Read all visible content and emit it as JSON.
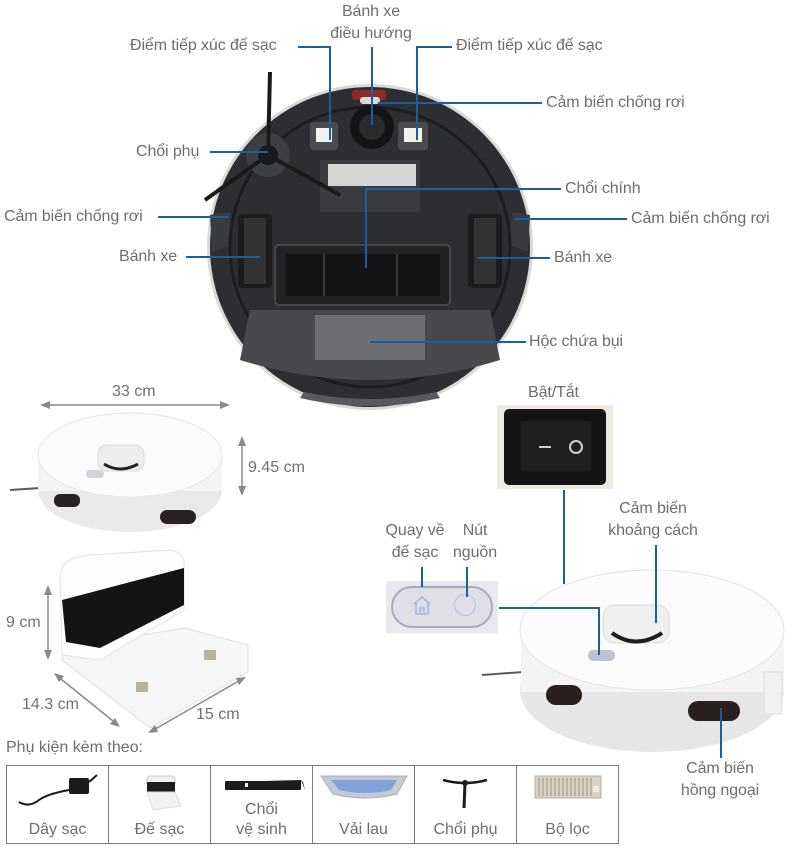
{
  "bottom_view": {
    "labels": {
      "nav_wheel": [
        "Bánh xe",
        "điều hướng"
      ],
      "charge_contact_left": "Điểm tiếp xúc đế sạc",
      "charge_contact_right": "Điểm tiếp xúc đế sạc",
      "cliff_sensor_top": "Cảm biến chống rơi",
      "side_brush": "Chổi phụ",
      "main_brush": "Chổi chính",
      "cliff_sensor_left": "Cảm biến chống rơi",
      "cliff_sensor_right": "Cảm biến chống rơi",
      "wheel_left": "Bánh xe",
      "wheel_right": "Bánh xe",
      "dustbin": "Hộc chứa bụi"
    }
  },
  "robot_dimensions": {
    "width": "33 cm",
    "height": "9.45 cm"
  },
  "dock_dimensions": {
    "height": "9 cm",
    "depth": "14.3 cm",
    "width": "15 cm"
  },
  "controls": {
    "power_switch": "Bật/Tắt",
    "switch_symbols": [
      "—",
      "O"
    ],
    "return_to_dock": [
      "Quay về",
      "đế sạc"
    ],
    "power_button": [
      "Nút",
      "nguồn"
    ],
    "distance_sensor": [
      "Cảm biến",
      "khoảng cách"
    ],
    "infrared_sensor": [
      "Cảm biến",
      "hồng ngoại"
    ]
  },
  "accessories": {
    "title": "Phụ kiện kèm theo:",
    "items": [
      {
        "name": "Dây sạc",
        "icon": "charger-cable-icon"
      },
      {
        "name": "Đế sạc",
        "icon": "charging-dock-icon"
      },
      {
        "name_lines": [
          "Chổi",
          "vệ sinh"
        ],
        "icon": "cleaning-brush-icon"
      },
      {
        "name": "Vải lau",
        "icon": "mop-cloth-icon"
      },
      {
        "name": "Chổi phụ",
        "icon": "side-brush-icon"
      },
      {
        "name": "Bộ lọc",
        "icon": "filter-icon"
      }
    ]
  },
  "colors": {
    "callout_line": "#1f5e9c",
    "label_text": "#6e6e6e",
    "dimension_arrow": "#8a8a8a",
    "robot_body_dark": "#2b2c30",
    "robot_body_white": "#f7f7f7"
  }
}
